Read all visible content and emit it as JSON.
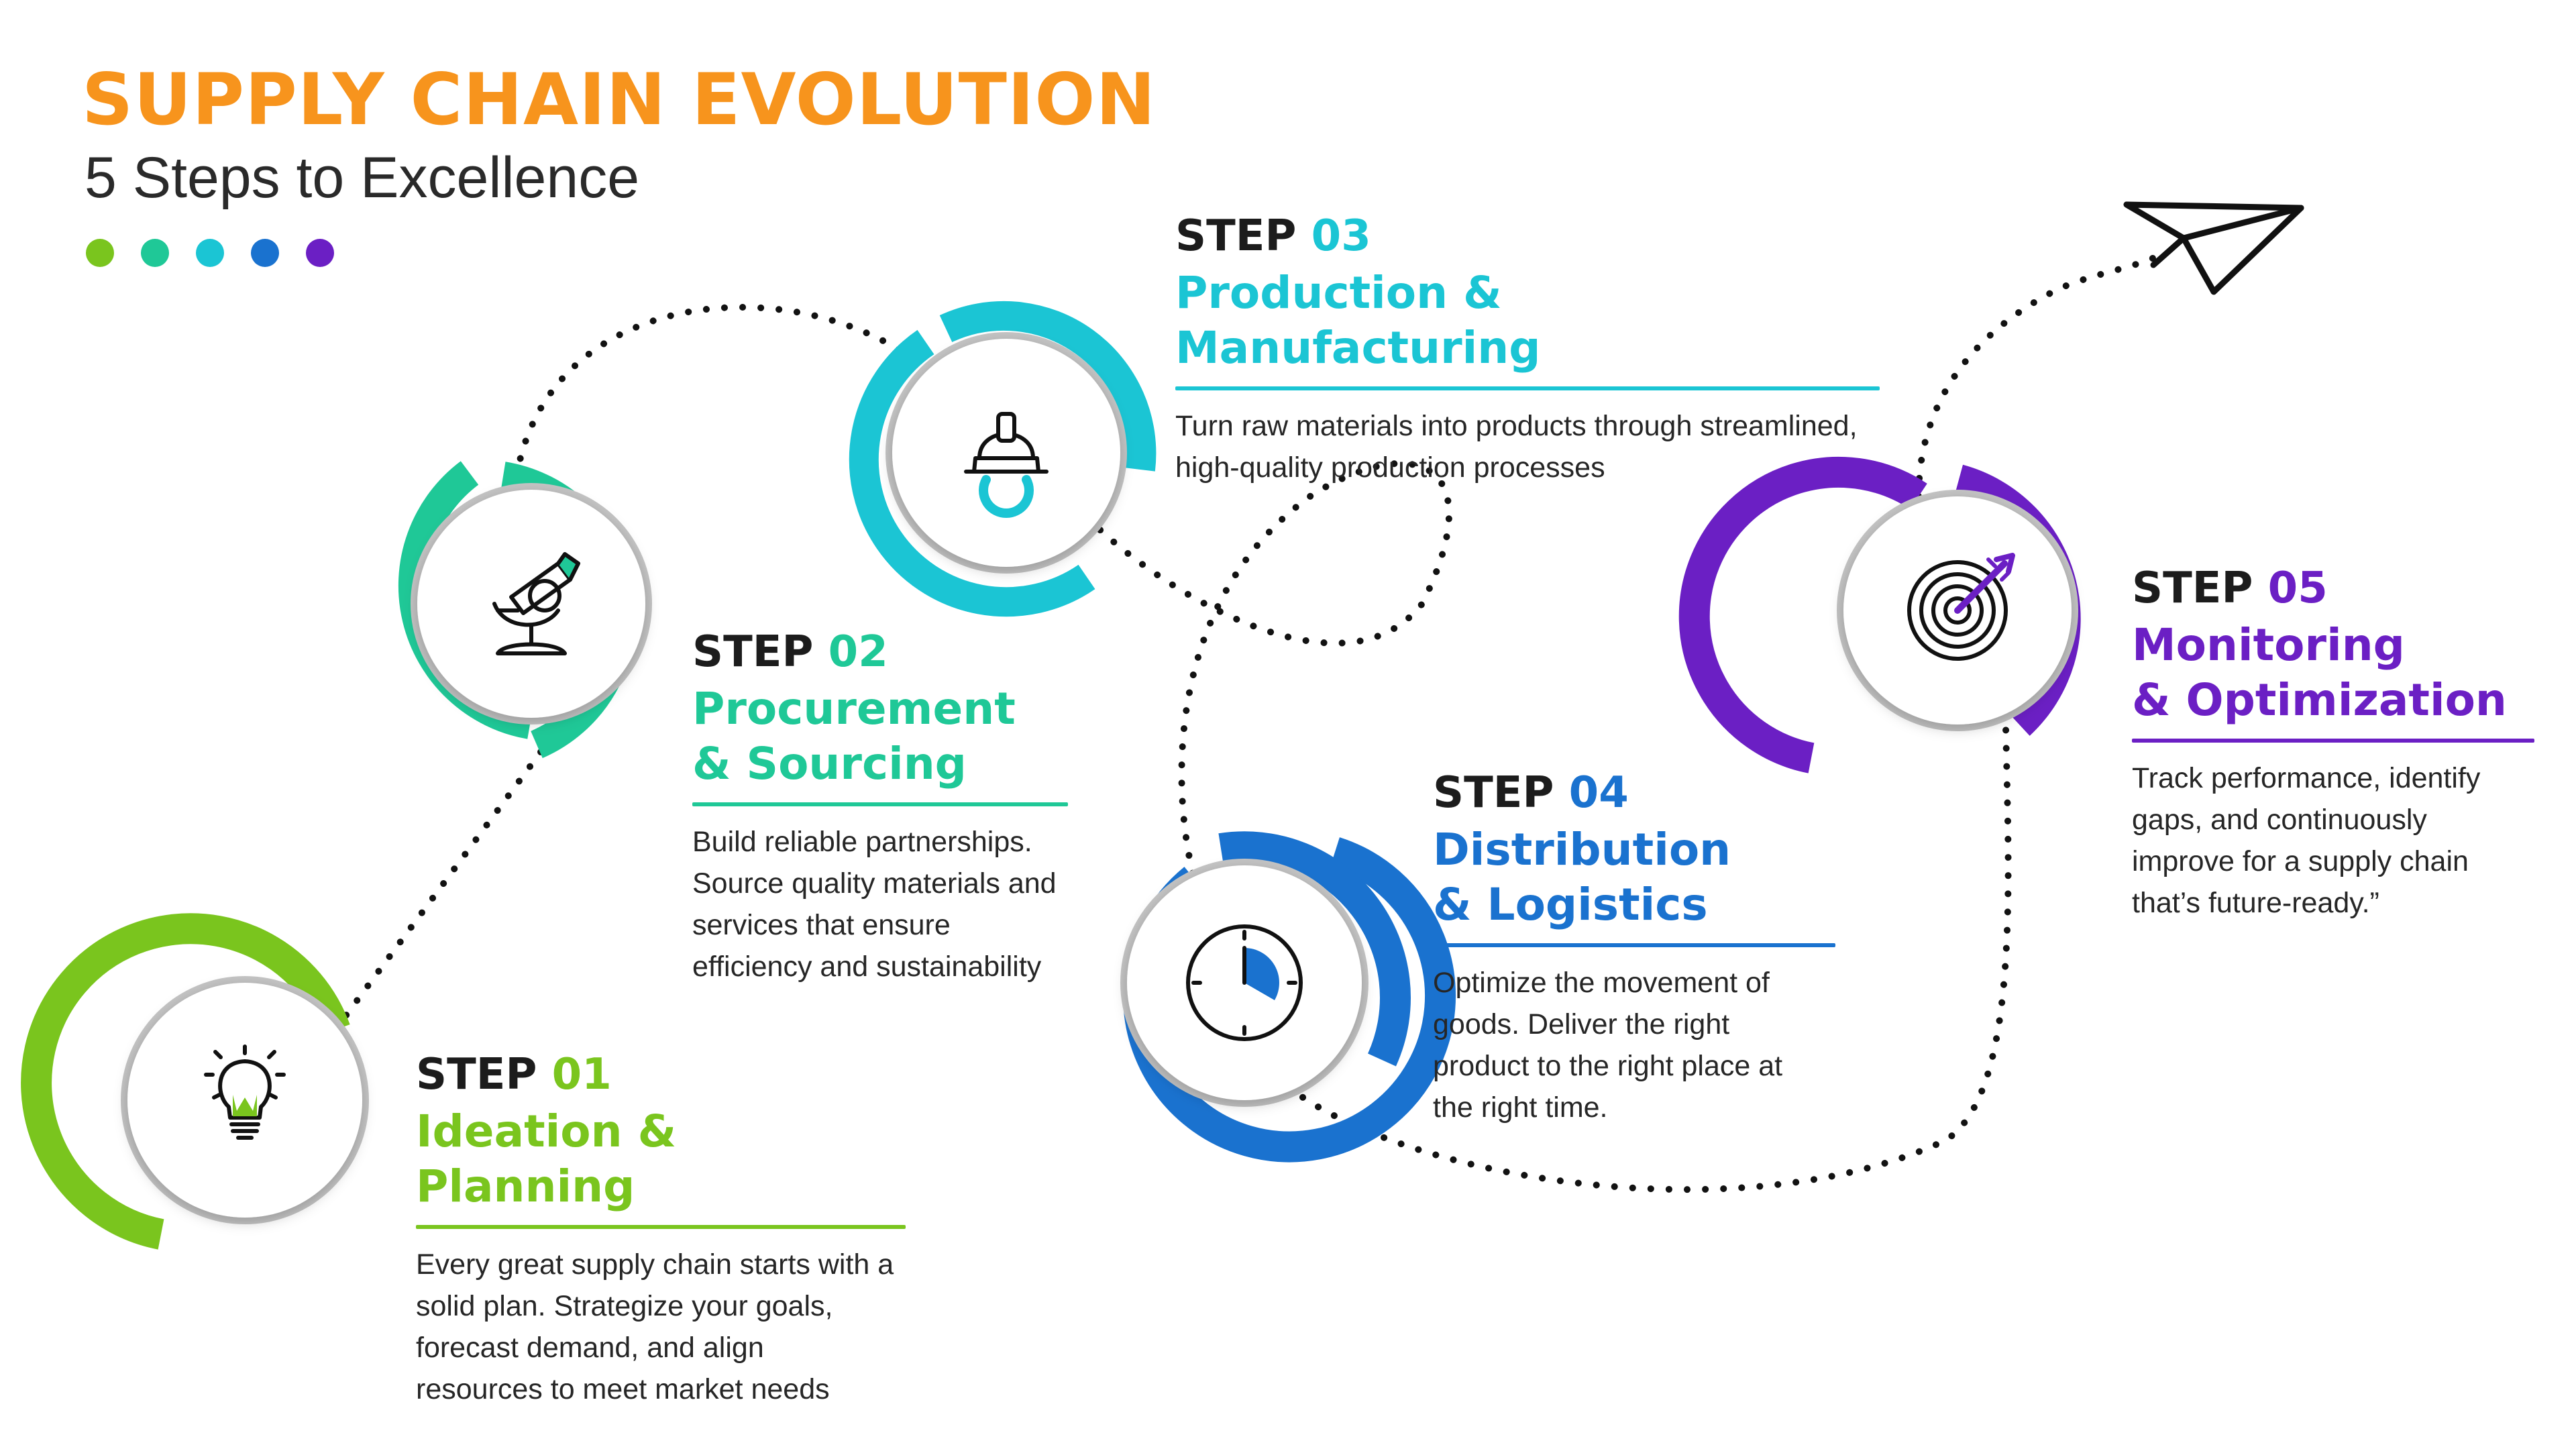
{
  "header": {
    "title": "SUPPLY CHAIN EVOLUTION",
    "subtitle": "5 Steps to Excellence"
  },
  "colors": {
    "title": "#F7941D",
    "green": "#7AC51E",
    "teal": "#1FC897",
    "cyan": "#1BC5D4",
    "blue": "#1A72CF",
    "purple": "#6B1FC4",
    "path": "#121212"
  },
  "header_dots": [
    "#7AC51E",
    "#1FC897",
    "#1BC5D4",
    "#1A72CF",
    "#6B1FC4"
  ],
  "steps": [
    {
      "step_word": "STEP",
      "number": "01",
      "title_lines": [
        "Ideation & Planning"
      ],
      "description_lines": [
        "Every great supply chain starts with a",
        "solid plan. Strategize your goals,",
        "forecast demand, and align",
        "resources to meet market needs"
      ],
      "icon": "lightbulb-icon",
      "color": "#7AC51E"
    },
    {
      "step_word": "STEP",
      "number": "02",
      "title_lines": [
        "Procurement",
        "& Sourcing"
      ],
      "description_lines": [
        "Build reliable partnerships.",
        "Source quality materials and",
        "services that ensure",
        "efficiency and sustainability"
      ],
      "icon": "microscope-icon",
      "color": "#1FC897"
    },
    {
      "step_word": "STEP",
      "number": "03",
      "title_lines": [
        "Production & Manufacturing"
      ],
      "description_lines": [
        "Turn raw materials into products through streamlined,",
        "high-quality production processes"
      ],
      "icon": "hard-hat-gear-icon",
      "color": "#1BC5D4"
    },
    {
      "step_word": "STEP",
      "number": "04",
      "title_lines": [
        "Distribution",
        "& Logistics"
      ],
      "description_lines": [
        "Optimize the movement of",
        "goods. Deliver the right",
        "product to the right place at",
        "the right time."
      ],
      "icon": "clock-icon",
      "color": "#1A72CF"
    },
    {
      "step_word": "STEP",
      "number": "05",
      "title_lines": [
        "Monitoring",
        "& Optimization"
      ],
      "description_lines": [
        "Track performance, identify",
        "gaps, and continuously",
        "improve for a supply chain",
        "that’s future-ready.”"
      ],
      "icon": "target-arrow-icon",
      "color": "#6B1FC4"
    }
  ],
  "end_icon": "paper-plane-icon"
}
